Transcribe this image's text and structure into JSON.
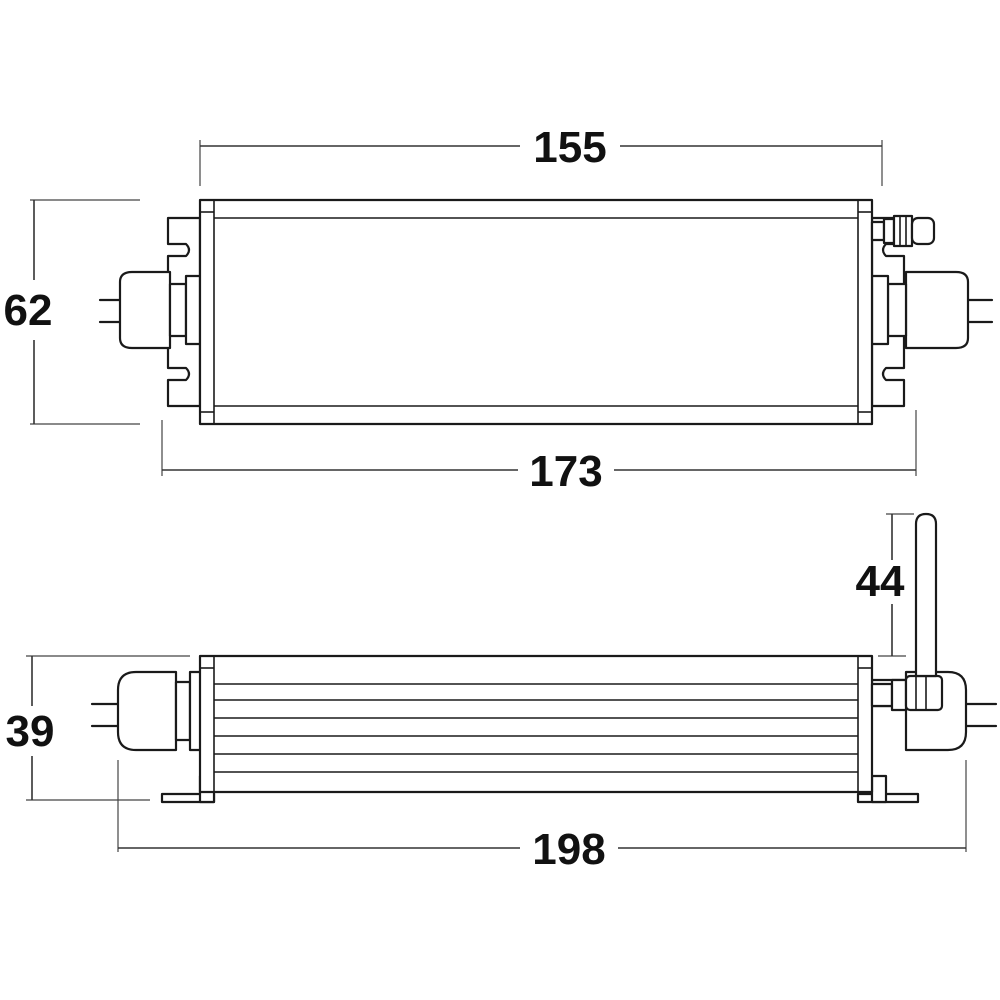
{
  "top_view": {
    "dim_top_label": "155",
    "dim_bottom_label": "173",
    "dim_left_label": "62"
  },
  "side_view": {
    "dim_left_label": "39",
    "dim_antenna_label": "44",
    "dim_bottom_label": "198"
  }
}
